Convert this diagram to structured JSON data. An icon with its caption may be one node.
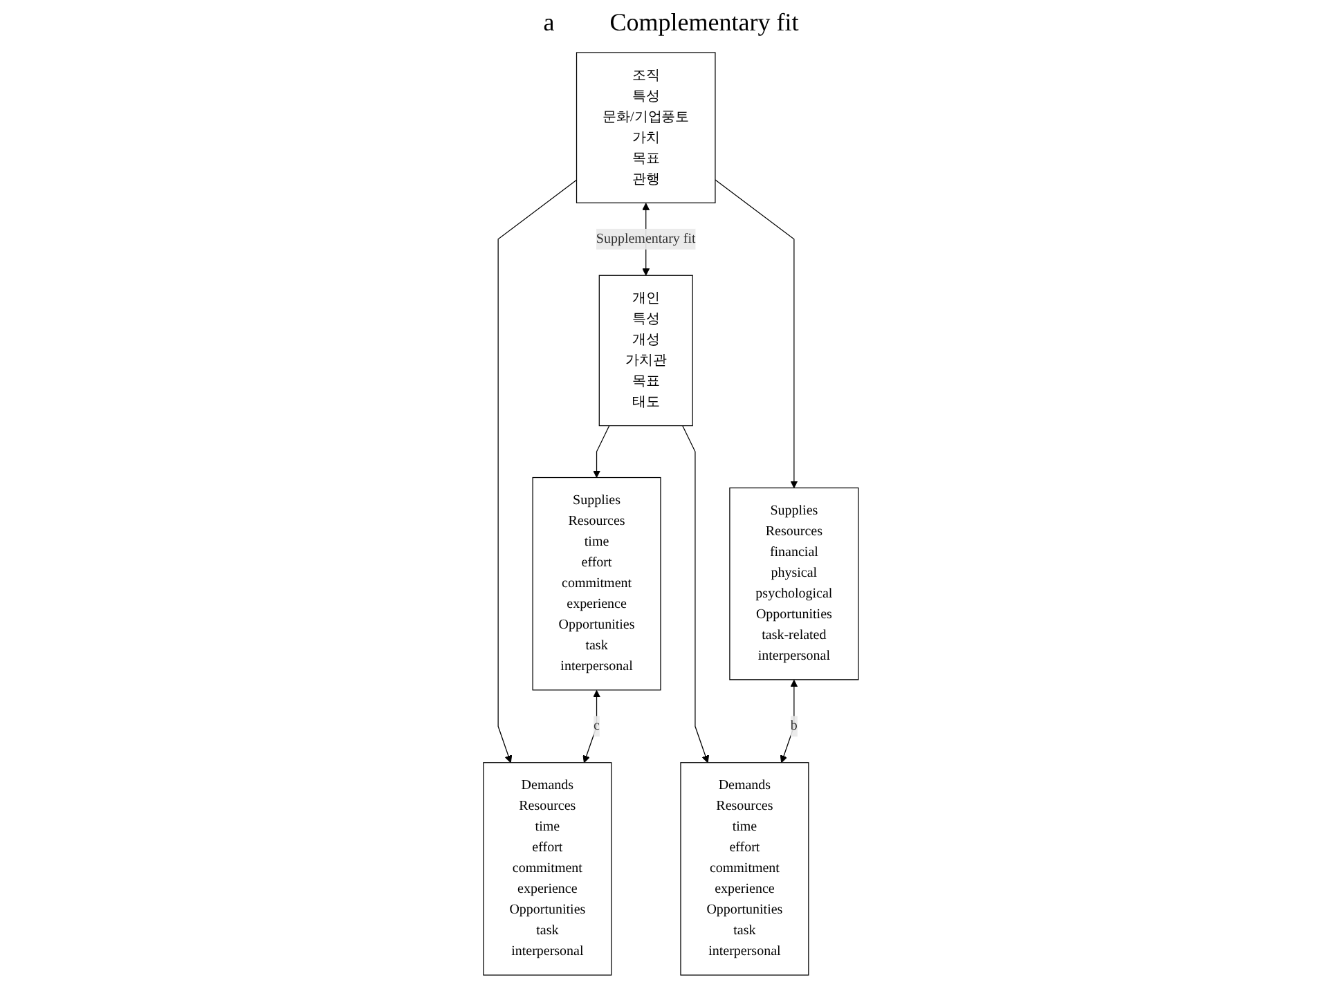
{
  "diagram": {
    "nodes": [
      {
        "text": [
          "조직",
          "특성",
          "문화/기업풍토",
          "가치",
          "목표",
          "관행"
        ]
      },
      {
        "text": [
          "개인",
          "특성",
          "개성",
          "가치관",
          "목표",
          "태도"
        ]
      },
      {
        "text": [
          "Supplies",
          "Resources",
          "financial",
          "physical",
          "psychological",
          "Opportunities",
          "task-related",
          "interpersonal"
        ]
      },
      {
        "text": [
          "Supplies",
          "Resources",
          "time",
          "effort",
          "commitment",
          "experience",
          "Opportunities",
          "task",
          "interpersonal"
        ]
      },
      {
        "text": [
          "Demands",
          "Resources",
          "time",
          "effort",
          "commitment",
          "experience",
          "Opportunities",
          "task",
          "interpersonal"
        ]
      },
      {
        "text": [
          "Demands",
          "Resources",
          "time",
          "effort",
          "commitment",
          "experience",
          "Opportunities",
          "task",
          "interpersonal"
        ]
      }
    ],
    "edges": [
      {
        "from": 0,
        "to": 1,
        "arrow": "both",
        "label": "Supplementary fit"
      },
      {
        "from": 0,
        "to": 4,
        "arrow": "to"
      },
      {
        "from": 0,
        "to": 2,
        "arrow": "to"
      },
      {
        "from": 1,
        "to": 3,
        "arrow": "to"
      },
      {
        "from": 1,
        "to": 5,
        "arrow": "to"
      },
      {
        "from": 2,
        "to": 5,
        "arrow": "both",
        "label": "b"
      },
      {
        "from": 3,
        "to": 4,
        "arrow": "both",
        "label": "c"
      }
    ],
    "labels": [
      "a",
      "Complementary fit"
    ]
  }
}
